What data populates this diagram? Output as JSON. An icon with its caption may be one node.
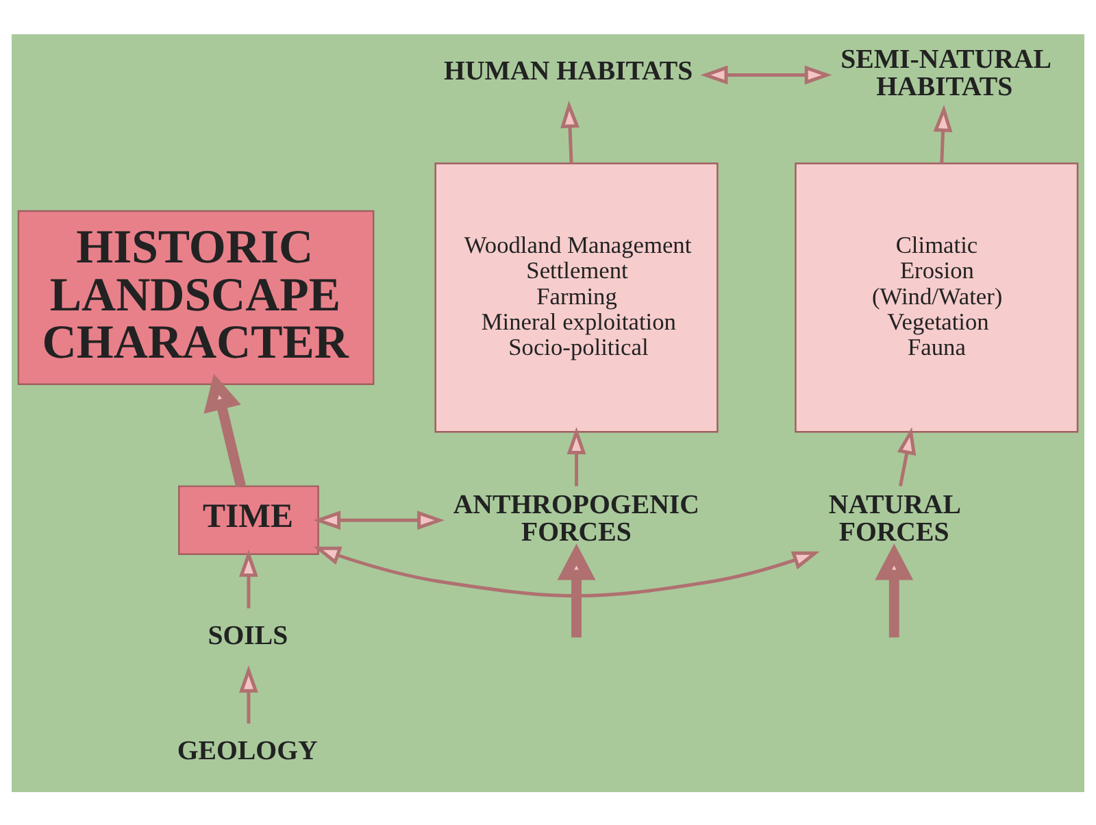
{
  "diagram": {
    "nodes": [
      {
        "text": [
          "HUMAN HABITATS"
        ]
      },
      {
        "text": [
          "SEMI-NATURAL HABITATS"
        ]
      },
      {
        "text": [
          "HISTORIC LANDSCAPE CHARACTER"
        ]
      },
      {
        "text": [
          "Woodland Management",
          "Settlement",
          "Farming",
          "Mineral exploitation",
          "Socio-political"
        ]
      },
      {
        "text": [
          "Climatic",
          "Erosion",
          "(Wind/Water)",
          "Vegetation",
          "Fauna"
        ]
      },
      {
        "text": [
          "ANTHROPOGENIC FORCES"
        ]
      },
      {
        "text": [
          "TIME"
        ]
      },
      {
        "text": [
          "NATURAL FORCES"
        ]
      },
      {
        "text": [
          "SOILS"
        ]
      },
      {
        "text": [
          "GEOLOGY"
        ]
      }
    ],
    "edges": [
      {
        "from": 0,
        "to": 1,
        "arrow": "both"
      },
      {
        "from": 3,
        "to": 0,
        "arrow": "to"
      },
      {
        "from": 4,
        "to": 1,
        "arrow": "to"
      },
      {
        "from": 6,
        "to": 2,
        "arrow": "to",
        "style": "thick"
      },
      {
        "from": 5,
        "to": 3,
        "arrow": "to"
      },
      {
        "from": 7,
        "to": 4,
        "arrow": "to"
      },
      {
        "from": 6,
        "to": 5,
        "arrow": "both"
      },
      {
        "from": 6,
        "to": 7,
        "arrow": "both"
      },
      {
        "from": 8,
        "to": 6,
        "arrow": "to"
      },
      {
        "from": 9,
        "to": 8,
        "arrow": "to"
      },
      {
        "from": null,
        "to": 5,
        "arrow": "to",
        "style": "thick"
      },
      {
        "from": null,
        "to": 7,
        "arrow": "to",
        "style": "thick"
      }
    ]
  }
}
